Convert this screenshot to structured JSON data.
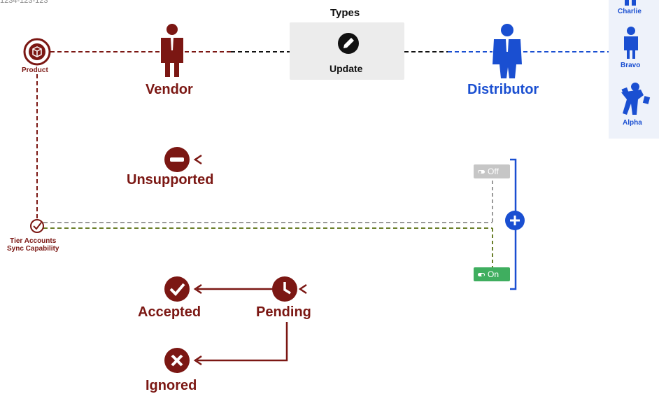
{
  "header": {
    "id_text": "1234-123-123"
  },
  "types": {
    "title": "Types",
    "update_label": "Update",
    "update_icon": "pencil-circle-icon"
  },
  "nodes": {
    "product": "Product",
    "vendor": "Vendor",
    "distributor": "Distributor",
    "unsupported": "Unsupported",
    "tier": [
      "Tier Accounts",
      "Sync Capability"
    ],
    "accepted": "Accepted",
    "pending": "Pending",
    "ignored": "Ignored"
  },
  "toggles": {
    "off": "Off",
    "on": "On"
  },
  "panel": {
    "items": [
      "Charlie",
      "Bravo",
      "Alpha"
    ]
  },
  "colors": {
    "dark_red": "#7b1713",
    "blue": "#1a4fd1",
    "green": "#3fae5f",
    "gray": "#c6c6c6",
    "olive": "#6a7f2a"
  }
}
